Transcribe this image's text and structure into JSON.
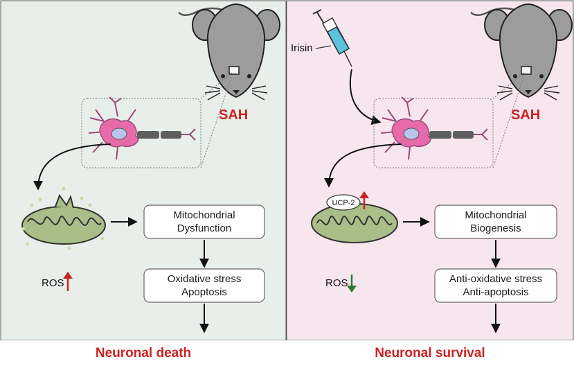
{
  "colors": {
    "left_panel_bg": "#e8eeea",
    "right_panel_bg": "#f8e6ee",
    "accent_red": "#cc2222",
    "arrow_up_red": "#cc2222",
    "arrow_down_green": "#2a7a3a",
    "mito_fill": "#a9be88",
    "neuron_pink": "#e76bab",
    "mouse_gray": "#9c9c9c"
  },
  "left": {
    "sah_label": "SAH",
    "box1_line1": "Mitochondrial",
    "box1_line2": "Dysfunction",
    "box2_line1": "Oxidative stress",
    "box2_line2": "Apoptosis",
    "ros_label": "ROS",
    "ros_arrow": "up-arrow-icon",
    "outcome": "Neuronal death"
  },
  "right": {
    "sah_label": "SAH",
    "drug_label": "Irisin",
    "ucp_label": "UCP-2",
    "box1_line1": "Mitochondrial",
    "box1_line2": "Biogenesis",
    "box2_line1": "Anti-oxidative stress",
    "box2_line2": "Anti-apoptosis",
    "ros_label": "ROS",
    "ros_arrow": "down-arrow-icon",
    "outcome": "Neuronal survival"
  }
}
